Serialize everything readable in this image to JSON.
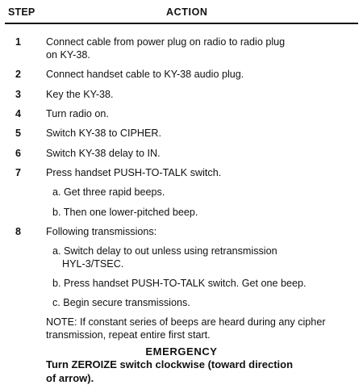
{
  "table": {
    "header": {
      "step": "STEP",
      "action": "ACTION"
    },
    "steps": [
      {
        "num": "1",
        "line1": "Connect cable from power plug on radio to radio plug",
        "line2": "on KY-38."
      },
      {
        "num": "2",
        "text": "Connect handset cable to KY-38 audio plug."
      },
      {
        "num": "3",
        "text": "Key the KY-38."
      },
      {
        "num": "4",
        "text": "Turn radio on."
      },
      {
        "num": "5",
        "text": "Switch KY-38 to CIPHER."
      },
      {
        "num": "6",
        "text": "Switch KY-38 delay to IN."
      },
      {
        "num": "7",
        "text": "Press handset PUSH-TO-TALK switch.",
        "subs": [
          {
            "text": "a. Get three rapid beeps."
          },
          {
            "text": "b. Then one lower-pitched beep."
          }
        ]
      },
      {
        "num": "8",
        "text": "Following transmissions:",
        "subs": [
          {
            "line1": "a. Switch delay to out unless using retransmission",
            "line2": "HYL-3/TSEC."
          },
          {
            "text": "b. Press handset PUSH-TO-TALK switch. Get one beep."
          },
          {
            "text": "c. Begin secure transmissions."
          }
        ]
      }
    ],
    "note": {
      "line1": "NOTE: If constant series of beeps are heard during any cipher",
      "line2": "transmission, repeat entire first start."
    },
    "emergency": {
      "title": "EMERGENCY",
      "line1": "Turn ZEROIZE switch clockwise (toward direction",
      "line2": "of arrow)."
    }
  }
}
